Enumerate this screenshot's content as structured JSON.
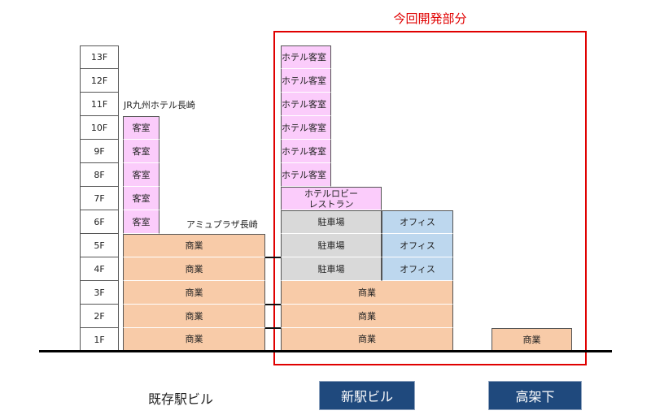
{
  "title": "今回開発部分",
  "floor_labels": [
    "13F",
    "12F",
    "11F",
    "10F",
    "9F",
    "8F",
    "7F",
    "6F",
    "5F",
    "4F",
    "3F",
    "2F",
    "1F"
  ],
  "existing_building": {
    "name": "既存駅ビル",
    "hotel_name": "JR九州ホテル長崎",
    "hotel_floors": {
      "10F": "客室",
      "9F": "客室",
      "8F": "客室",
      "7F": "客室",
      "6F": "客室"
    },
    "mall_name": "アミュプラザ長崎",
    "mall_floors": {
      "5F": "商業",
      "4F": "商業",
      "3F": "商業",
      "2F": "商業",
      "1F": "商業"
    }
  },
  "new_building": {
    "name": "新駅ビル",
    "floors": {
      "13F": "ホテル客室",
      "12F": "ホテル客室",
      "11F": "ホテル客室",
      "10F": "ホテル客室",
      "9F": "ホテル客室",
      "8F": "ホテル客室",
      "7F": "ホテルロビー\nレストラン",
      "6F_left": "駐車場",
      "6F_right": "オフィス",
      "5F_left": "駐車場",
      "5F_right": "オフィス",
      "4F_left": "駐車場",
      "4F_right": "オフィス",
      "3F": "商業",
      "2F": "商業",
      "1F": "商業"
    }
  },
  "elevated": {
    "name": "高架下",
    "floors": {
      "1F": "商業"
    }
  },
  "colors": {
    "hotel": "#fbccfb",
    "commercial": "#f8cba8",
    "parking": "#d9d9d9",
    "office": "#bdd7ee",
    "highlight": "#e00000",
    "nav": "#1f497d"
  }
}
